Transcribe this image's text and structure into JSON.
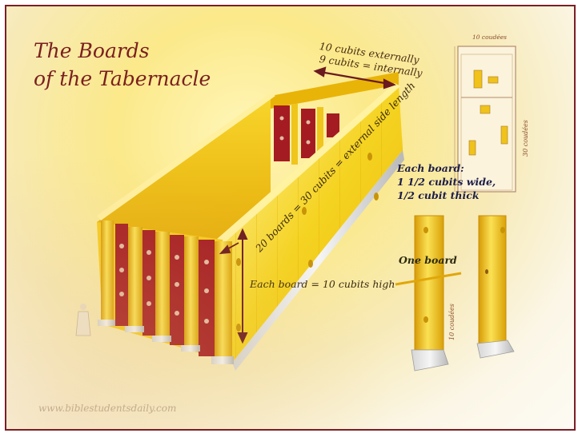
{
  "title": {
    "line1": "The Boards",
    "line2": "of the Tabernacle"
  },
  "labels": {
    "width_ext": "10 cubits externally",
    "width_int": "9 cubits = internally",
    "side_length": "20 boards = 30 cubits = external side length",
    "height": "Each board = 10 cubits high",
    "board_size_line1": "Each board:",
    "board_size_line2": "1 1/2 cubits wide,",
    "board_size_line3": "1/2 cubit thick",
    "one_board": "One board",
    "plan_top": "10 coudées",
    "plan_side": "30 coudées",
    "board_dim": "10 coudées"
  },
  "footer": "www.biblestudentsdaily.com",
  "colors": {
    "frame_border": "#7a1f26",
    "title": "#7a1f1f",
    "gold": "#f2c40d",
    "curtain": "#a51b22",
    "arrow": "#6b1a20"
  }
}
